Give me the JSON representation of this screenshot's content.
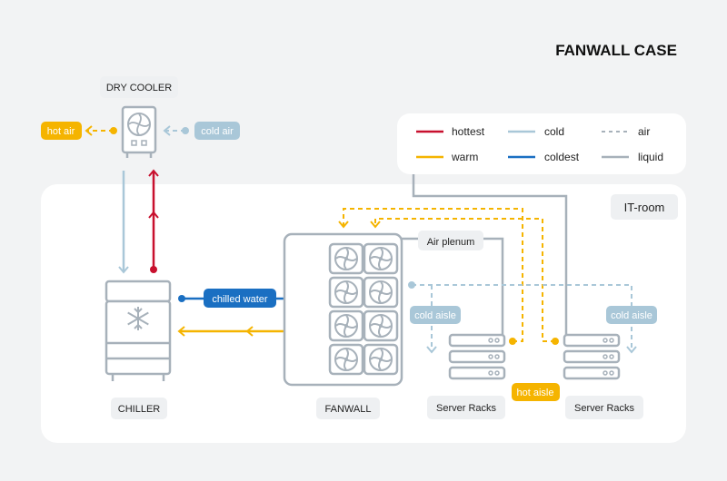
{
  "title": "FANWALL CASE",
  "legend": {
    "hottest": "hottest",
    "warm": "warm",
    "cold": "cold",
    "coldest": "coldest",
    "air": "air",
    "liquid": "liquid"
  },
  "room_label": "IT-room",
  "components": {
    "dry_cooler": "DRY COOLER",
    "chiller": "CHILLER",
    "fanwall": "FANWALL",
    "server_racks_left": "Server Racks",
    "server_racks_right": "Server Racks"
  },
  "flow_labels": {
    "hot_air": "hot air",
    "cold_air": "cold air",
    "chilled_water": "chilled water",
    "air_plenum": "Air plenum",
    "cold_aisle_left": "cold aisle",
    "cold_aisle_right": "cold aisle",
    "hot_aisle": "hot aisle"
  },
  "colors": {
    "hottest": "#c8102e",
    "warm": "#f5b400",
    "cold": "#a9c7d8",
    "coldest": "#1a6fc2",
    "liquid": "#a7b1ba",
    "equipment": "#a7b1ba",
    "text": "#222222"
  }
}
